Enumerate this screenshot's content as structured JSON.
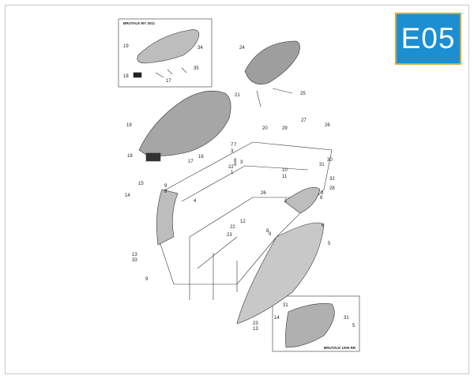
{
  "badge": {
    "label": "E05",
    "color": "#1b8fd2",
    "border_color": "#d9a63a"
  },
  "insets": [
    {
      "caption": "BRUTALE MY 2011",
      "labels": [
        "19",
        "18",
        "34",
        "17",
        "35"
      ]
    },
    {
      "caption": "BRUTALE 1000 RR",
      "labels": [
        "31",
        "14",
        "31",
        "5"
      ]
    }
  ],
  "callouts": [
    "24",
    "25",
    "21",
    "20",
    "27",
    "29",
    "26",
    "19",
    "7",
    "3",
    "18",
    "17",
    "16",
    "30",
    "10",
    "11",
    "31",
    "32",
    "28",
    "15",
    "9",
    "8",
    "14",
    "4",
    "26",
    "2",
    "9",
    "8",
    "12",
    "22",
    "6",
    "8",
    "9",
    "23",
    "5",
    "13",
    "33",
    "9",
    "23",
    "13",
    "7",
    "8",
    "9",
    "3",
    "22",
    "1"
  ]
}
